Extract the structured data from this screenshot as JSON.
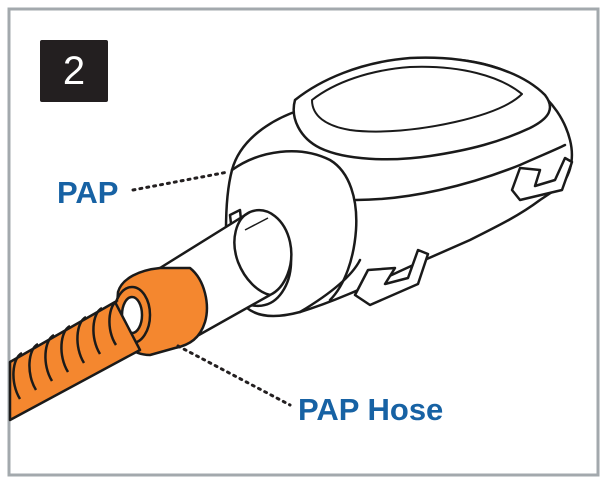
{
  "step": {
    "number": "2"
  },
  "labels": {
    "pap": "PAP",
    "pap_hose": "PAP Hose"
  },
  "colors": {
    "border": "#a3a9ad",
    "label": "#1762a4",
    "badge": "#231f20",
    "hose": "#f4872f",
    "outline": "#1a1a1a"
  },
  "icons": {
    "device": "pap-device-illustration",
    "hose": "pap-hose-illustration"
  }
}
